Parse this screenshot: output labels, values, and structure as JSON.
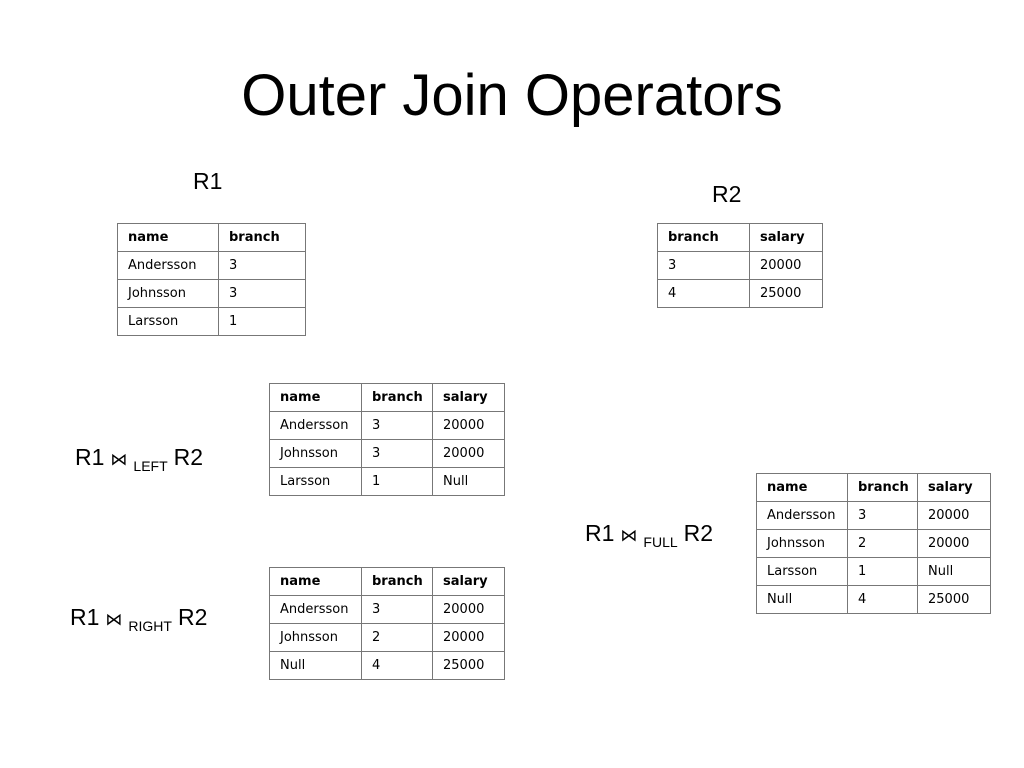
{
  "title": "Outer Join Operators",
  "labels": {
    "r1": "R1",
    "r2": "R2"
  },
  "joins": {
    "left": {
      "a": "R1",
      "sym": "⋈",
      "sub": "LEFT",
      "b": "R2"
    },
    "right": {
      "a": "R1",
      "sym": "⋈",
      "sub": "RIGHT",
      "b": "R2"
    },
    "full": {
      "a": "R1",
      "sym": "⋈",
      "sub": "FULL",
      "b": "R2"
    }
  },
  "tables": {
    "r1": {
      "headers": [
        "name",
        "branch"
      ],
      "rows": [
        [
          "Andersson",
          "3"
        ],
        [
          "Johnsson",
          "3"
        ],
        [
          "Larsson",
          "1"
        ]
      ]
    },
    "r2": {
      "headers": [
        "branch",
        "salary"
      ],
      "rows": [
        [
          "3",
          "20000"
        ],
        [
          "4",
          "25000"
        ]
      ]
    },
    "left": {
      "headers": [
        "name",
        "branch",
        "salary"
      ],
      "rows": [
        [
          "Andersson",
          "3",
          "20000"
        ],
        [
          "Johnsson",
          "3",
          "20000"
        ],
        [
          "Larsson",
          "1",
          "Null"
        ]
      ]
    },
    "right": {
      "headers": [
        "name",
        "branch",
        "salary"
      ],
      "rows": [
        [
          "Andersson",
          "3",
          "20000"
        ],
        [
          "Johnsson",
          "2",
          "20000"
        ],
        [
          "Null",
          "4",
          "25000"
        ]
      ]
    },
    "full": {
      "headers": [
        "name",
        "branch",
        "salary"
      ],
      "rows": [
        [
          "Andersson",
          "3",
          "20000"
        ],
        [
          "Johnsson",
          "2",
          "20000"
        ],
        [
          "Larsson",
          "1",
          "Null"
        ],
        [
          "Null",
          "4",
          "25000"
        ]
      ]
    }
  }
}
